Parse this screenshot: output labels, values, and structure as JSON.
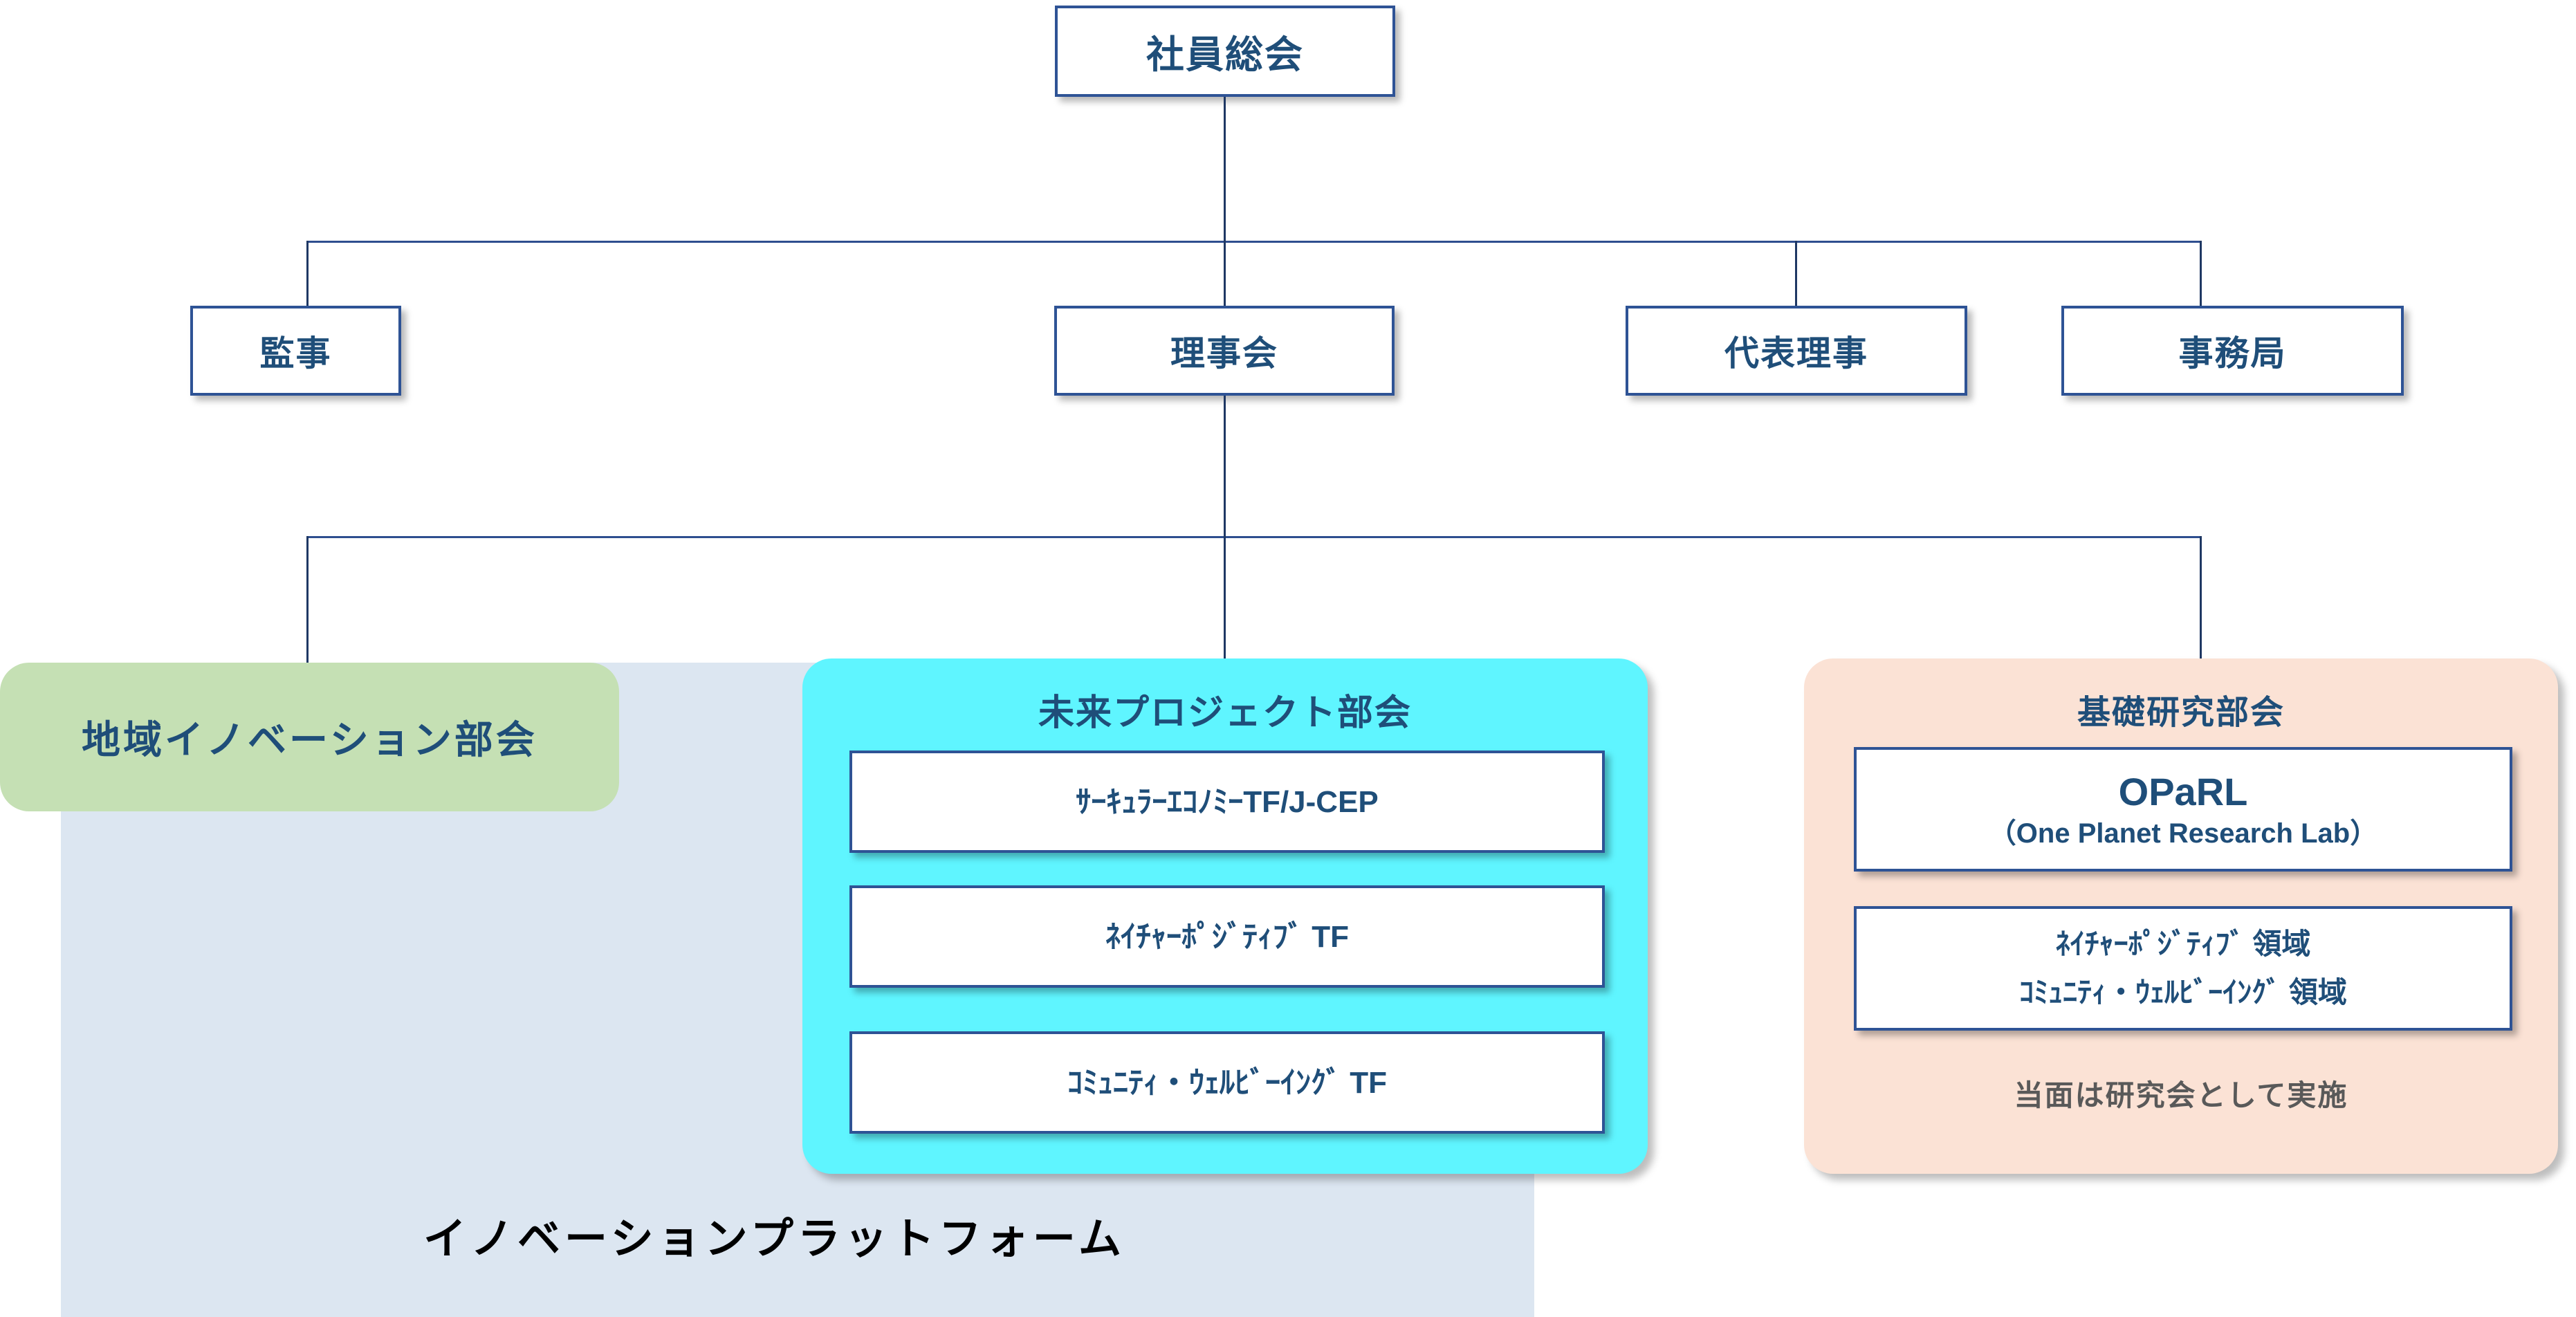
{
  "diagram": {
    "title_hidden": "",
    "colors": {
      "box_border": "#2e5395",
      "box_text": "#1f4e79",
      "connector": "#2e4e8f",
      "platform_panel": "#dce6f1",
      "regional_card": "#c5e0b4",
      "future_card": "#5ff5ff",
      "basic_card": "#fbe2d5",
      "note_text": "#595959",
      "platform_label_text": "#000000"
    },
    "top": {
      "general_meeting": "社員総会"
    },
    "level2": {
      "auditor": "監事",
      "board": "理事会",
      "representative_director": "代表理事",
      "secretariat": "事務局"
    },
    "platform": {
      "label": "イノベーションプラットフォーム"
    },
    "groups": {
      "regional": {
        "title": "地域イノベーション部会"
      },
      "future": {
        "title": "未来プロジェクト部会",
        "items": [
          {
            "line1": "ｻｰｷｭﾗｰｴｺﾉﾐｰTF/J-CEP"
          },
          {
            "line1": "ﾈｲﾁｬｰﾎﾟｼﾞﾃｨﾌﾞ TF"
          },
          {
            "line1": "ｺﾐｭﾆﾃｨ・ｳｪﾙﾋﾞｰｲﾝｸﾞ TF"
          }
        ]
      },
      "basic": {
        "title": "基礎研究部会",
        "items": [
          {
            "line1": "OPaRL",
            "line2": "（One Planet Research Lab）"
          },
          {
            "line1": "ﾈｲﾁｬｰﾎﾟｼﾞﾃｨﾌﾞ 領域",
            "line2": "ｺﾐｭﾆﾃｨ・ｳｪﾙﾋﾞｰｲﾝｸﾞ 領域"
          }
        ],
        "note": "当面は研究会として実施"
      }
    }
  }
}
